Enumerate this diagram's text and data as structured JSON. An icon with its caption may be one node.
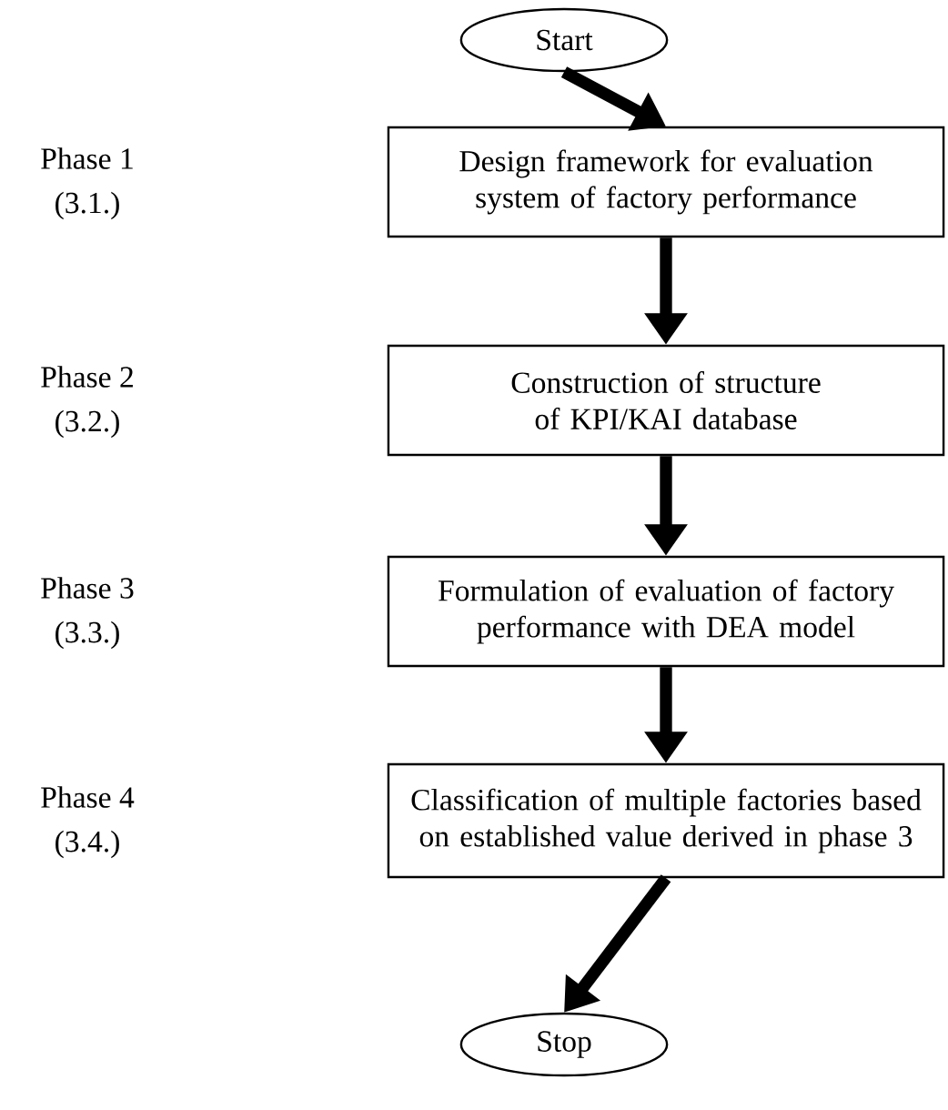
{
  "diagram": {
    "nodes": [
      {
        "text": [
          "Start"
        ]
      },
      {
        "text": [
          "Design framework for evaluation system of factory performance"
        ],
        "beside": [
          "Phase 1",
          "(3.1.)"
        ]
      },
      {
        "text": [
          "Construction of structure of KPI/KAI database"
        ],
        "beside": [
          "Phase 2",
          "(3.2.)"
        ]
      },
      {
        "text": [
          "Formulation of evaluation of factory performance with DEA model"
        ],
        "beside": [
          "Phase 3",
          "(3.3.)"
        ]
      },
      {
        "text": [
          "Classification of multiple factories based on established value derived in phase 3"
        ],
        "beside": [
          "Phase 4",
          "(3.4.)"
        ]
      },
      {
        "text": [
          "Stop"
        ]
      }
    ],
    "edges": [
      {
        "from": 0,
        "to": 1,
        "arrow": "to"
      },
      {
        "from": 1,
        "to": 2,
        "arrow": "to"
      },
      {
        "from": 2,
        "to": 3,
        "arrow": "to"
      },
      {
        "from": 3,
        "to": 4,
        "arrow": "to"
      },
      {
        "from": 4,
        "to": 5,
        "arrow": "to"
      }
    ]
  }
}
